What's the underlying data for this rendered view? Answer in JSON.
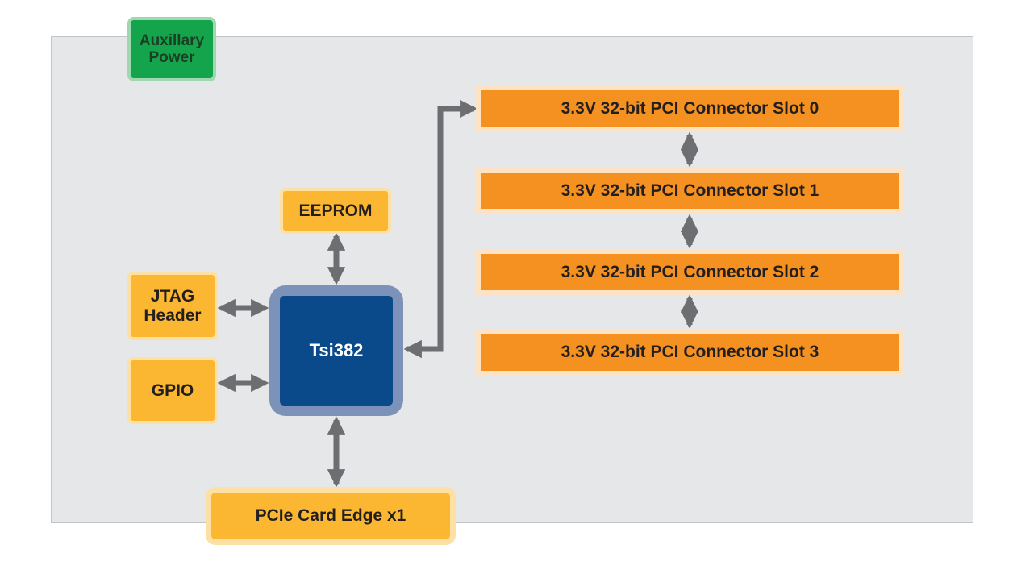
{
  "colors": {
    "board": "#e6e7e8",
    "yellow_block": "#fbb731",
    "green_block": "#14a44b",
    "orange_block": "#f59120",
    "chip": "#0a4a8a",
    "chip_halo": "#7d92b9",
    "arrow": "#6d6e71"
  },
  "blocks": {
    "auxiliary_power": "Auxillary Power",
    "eeprom": "EEPROM",
    "jtag_header": "JTAG Header",
    "gpio": "GPIO",
    "bridge_chip": "Tsi382",
    "pcie_edge": "PCIe Card Edge x1"
  },
  "pci_slots": [
    "3.3V 32-bit PCI Connector Slot 0",
    "3.3V 32-bit PCI Connector Slot 1",
    "3.3V 32-bit PCI Connector Slot 2",
    "3.3V 32-bit PCI Connector Slot 3"
  ]
}
